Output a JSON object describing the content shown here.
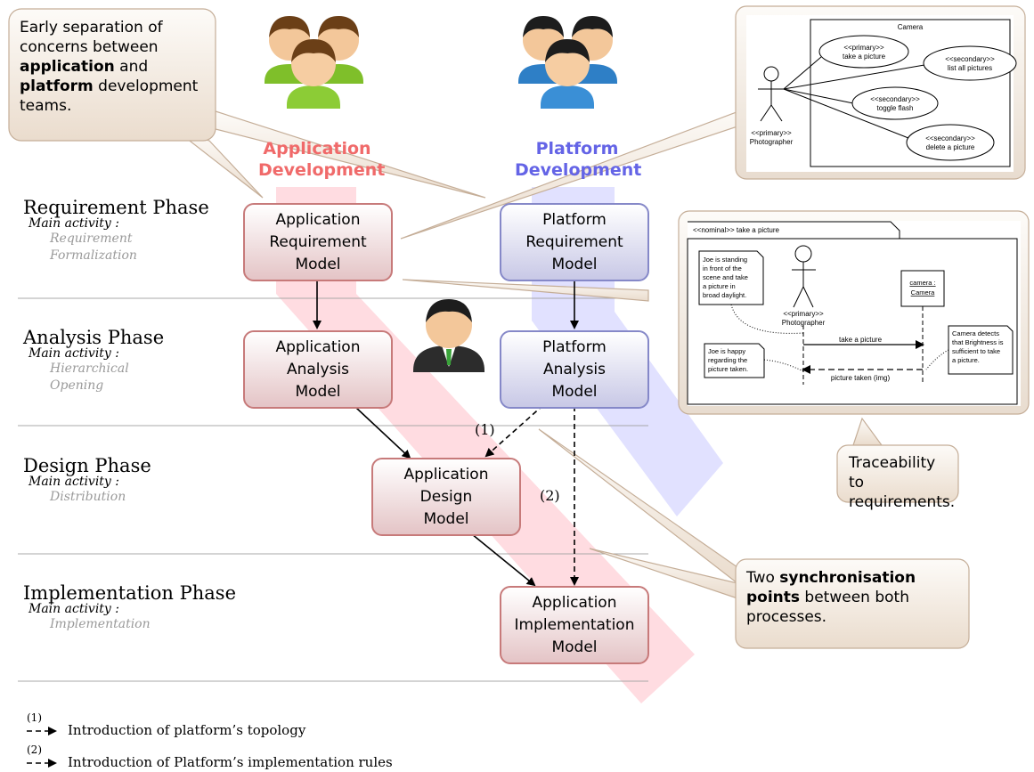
{
  "teams": {
    "application": "Application\nDevelopment",
    "platform": "Platform\nDevelopment"
  },
  "phases": [
    {
      "name": "Requirement Phase",
      "label": "Main activity :",
      "activity": "Requirement\nFormalization"
    },
    {
      "name": "Analysis Phase",
      "label": "Main activity :",
      "activity": "Hierarchical\nOpening"
    },
    {
      "name": "Design Phase",
      "label": "Main activity :",
      "activity": "Distribution"
    },
    {
      "name": "Implementation Phase",
      "label": "Main activity :",
      "activity": "Implementation"
    }
  ],
  "models": {
    "app_req": "Application\nRequirement\nModel",
    "plat_req": "Platform\nRequirement\nModel",
    "app_ana": "Application\nAnalysis\nModel",
    "plat_ana": "Platform\nAnalysis\nModel",
    "app_des": "Application\nDesign\nModel",
    "app_impl": "Application\nImplementation\nModel"
  },
  "callouts": {
    "separation": {
      "p1": "Early separation of concerns between ",
      "b1": "application",
      "p2": " and ",
      "b2": "platform",
      "p3": " development teams."
    },
    "traceability": "Traceability to requirements.",
    "sync": {
      "p1": "Two ",
      "b1": "synchronisation points",
      "p2": " between both processes."
    }
  },
  "markers": {
    "m1": "(1)",
    "m2": "(2)"
  },
  "legend": [
    {
      "sup": "(1)",
      "text": "Introduction of platform’s topology"
    },
    {
      "sup": "(2)",
      "text": "Introduction of Platform’s implementation rules"
    }
  ],
  "usecase": {
    "system": "Camera",
    "actor_stereo": "<<primary>>",
    "actor": "Photographer",
    "cases": [
      {
        "stereo": "<<primary>>",
        "name": "take a picture"
      },
      {
        "stereo": "<<secondary>>",
        "name": "list all pictures"
      },
      {
        "stereo": "<<secondary>>",
        "name": "toggle flash"
      },
      {
        "stereo": "<<secondary>>",
        "name": "delete a picture"
      }
    ]
  },
  "sequence": {
    "frame": "<<nominal>> take a picture",
    "note1": "Joe is standing\nin front of the\nscene and take\na picture in\nbroad daylight.",
    "note2": "Joe is happy\nregarding the\npicture taken.",
    "note3": "Camera detects\nthat Brightness is\nsufficient to take\na picture.",
    "actor_stereo": "<<primary>>",
    "actor": "Photographer",
    "object": "camera :\nCamera",
    "msg1": "take a picture",
    "msg2": "picture taken (img)"
  },
  "colors": {
    "app_band": "#ffd6dc",
    "plat_band": "#dcdcff",
    "app_border": "#c77a7a",
    "plat_border": "#8588c8",
    "callout_fill": "#f4ece4"
  },
  "icons": [
    "people-green-icon",
    "people-blue-icon",
    "person-business-icon",
    "stick-actor-icon"
  ]
}
